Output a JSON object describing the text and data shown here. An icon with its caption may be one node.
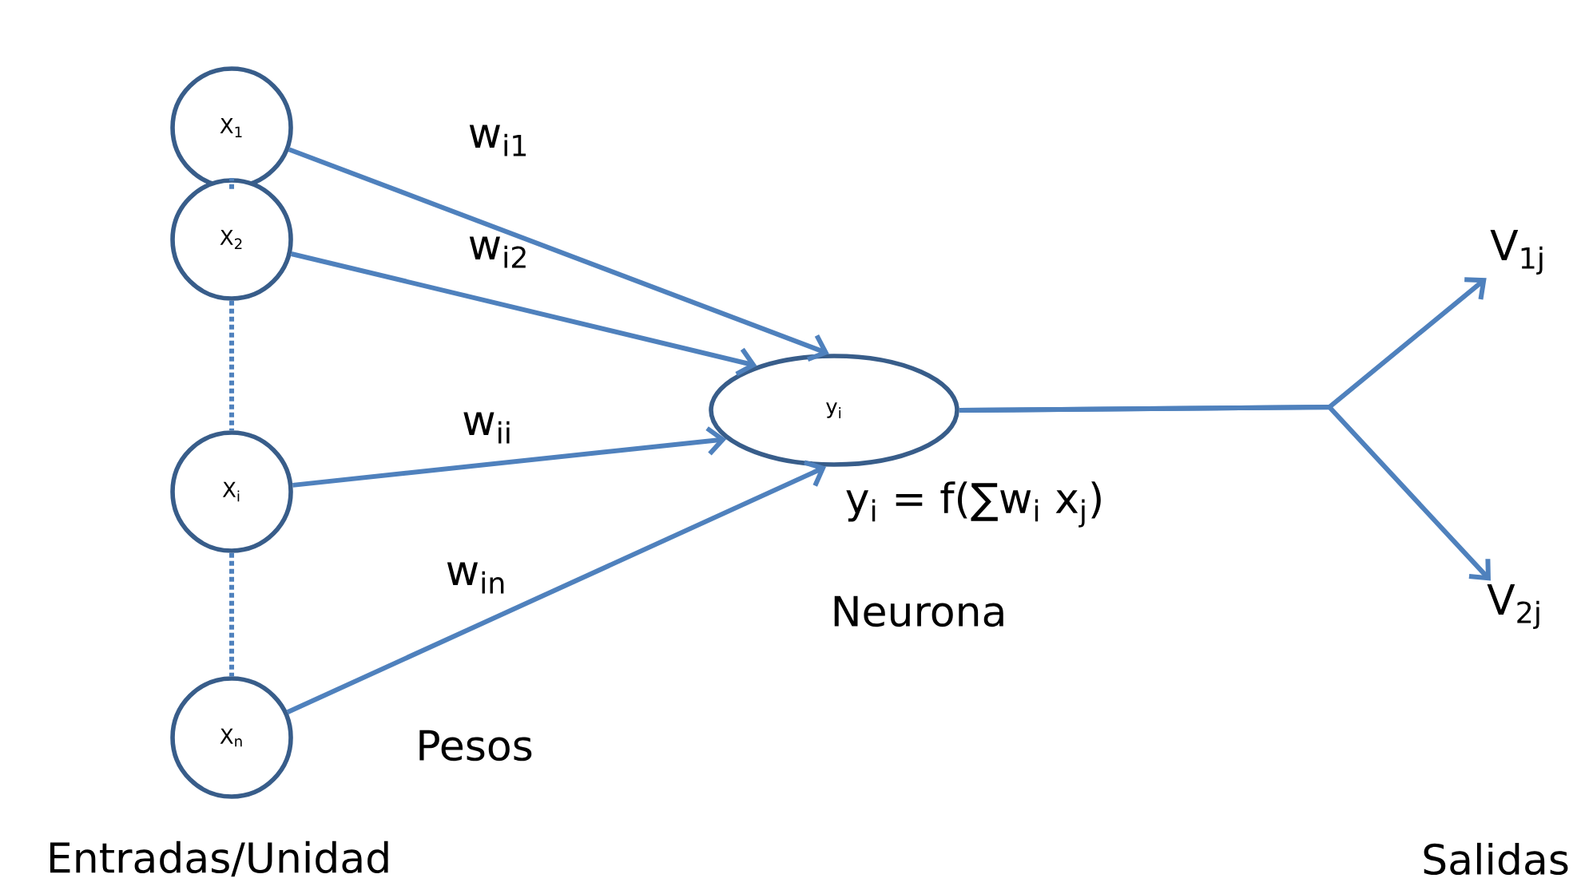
{
  "diagram": {
    "nodes": [
      {
        "text": [
          "X$_{1}$"
        ]
      },
      {
        "text": [
          "X$_{2}$"
        ]
      },
      {
        "text": [
          "X$_{i}$"
        ]
      },
      {
        "text": [
          "X$_{n}$"
        ]
      },
      {
        "text": [
          "y$_{i}$"
        ]
      },
      {
        "text": [
          "V$_{1j}$"
        ]
      },
      {
        "text": [
          "V$_{2j}$"
        ]
      }
    ],
    "edges": [
      {
        "from": 0,
        "to": 4,
        "arrow": "to",
        "label": "w$_{i1}$"
      },
      {
        "from": 1,
        "to": 4,
        "arrow": "to",
        "label": "w$_{i2}$"
      },
      {
        "from": 2,
        "to": 4,
        "arrow": "to",
        "label": "w$_{ii}$"
      },
      {
        "from": 3,
        "to": 4,
        "arrow": "to",
        "label": "w$_{in}$"
      },
      {
        "from": 4,
        "to": 5,
        "arrow": "to"
      },
      {
        "from": 4,
        "to": 6,
        "arrow": "to"
      },
      {
        "from": 0,
        "to": 1,
        "arrow": "none",
        "style": "dashed"
      },
      {
        "from": 1,
        "to": 2,
        "arrow": "none",
        "style": "dashed"
      },
      {
        "from": 2,
        "to": 3,
        "arrow": "none",
        "style": "dashed"
      }
    ],
    "labels": [
      "y$_{i}$ = f(∑w$_{i}$ x$_{j}$)",
      "Neurona",
      "Pesos",
      "Entradas/Unidad",
      "Salidas"
    ]
  }
}
